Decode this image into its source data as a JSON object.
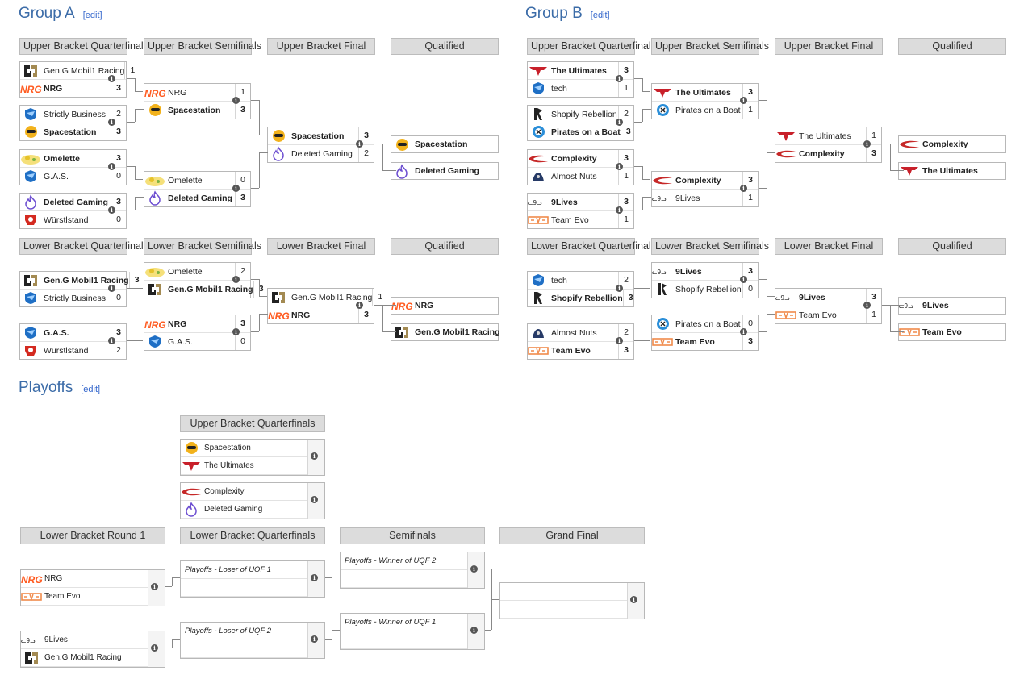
{
  "sections": {
    "group_a": "Group A",
    "group_b": "Group B",
    "playoffs": "Playoffs",
    "edit": "[edit]"
  },
  "headers": {
    "ubqf": "Upper Bracket Quarterfinals",
    "ubsf": "Upper Bracket Semifinals",
    "ubf": "Upper Bracket Final",
    "qualified": "Qualified",
    "lbqf": "Lower Bracket Quarterfinals",
    "lbsf": "Lower Bracket Semifinals",
    "lbf": "Lower Bracket Final",
    "p_uqf": "Upper Bracket Quarterfinals",
    "p_lbr1": "Lower Bracket Round 1",
    "p_lbqf": "Lower Bracket Quarterfinals",
    "p_sf": "Semifinals",
    "p_gf": "Grand Final"
  },
  "group_a": {
    "ubqf": [
      [
        {
          "team": "Gen.G Mobil1 Racing",
          "score": "1",
          "win": false,
          "logo": "geng"
        },
        {
          "team": "NRG",
          "score": "3",
          "win": true,
          "logo": "nrg"
        }
      ],
      [
        {
          "team": "Strictly Business",
          "score": "2",
          "win": false,
          "logo": "rl"
        },
        {
          "team": "Spacestation",
          "score": "3",
          "win": true,
          "logo": "ss"
        }
      ],
      [
        {
          "team": "Omelette",
          "score": "3",
          "win": true,
          "logo": "omelette"
        },
        {
          "team": "G.A.S.",
          "score": "0",
          "win": false,
          "logo": "rl"
        }
      ],
      [
        {
          "team": "Deleted Gaming",
          "score": "3",
          "win": true,
          "logo": "dg"
        },
        {
          "team": "Würstlstand",
          "score": "0",
          "win": false,
          "logo": "wurst"
        }
      ]
    ],
    "ubsf": [
      [
        {
          "team": "NRG",
          "score": "1",
          "win": false,
          "logo": "nrg"
        },
        {
          "team": "Spacestation",
          "score": "3",
          "win": true,
          "logo": "ss"
        }
      ],
      [
        {
          "team": "Omelette",
          "score": "0",
          "win": false,
          "logo": "omelette"
        },
        {
          "team": "Deleted Gaming",
          "score": "3",
          "win": true,
          "logo": "dg"
        }
      ]
    ],
    "ubf": [
      [
        {
          "team": "Spacestation",
          "score": "3",
          "win": true,
          "logo": "ss"
        },
        {
          "team": "Deleted Gaming",
          "score": "2",
          "win": false,
          "logo": "dg"
        }
      ]
    ],
    "uq": [
      {
        "team": "Spacestation",
        "logo": "ss"
      },
      {
        "team": "Deleted Gaming",
        "logo": "dg"
      }
    ],
    "lbqf": [
      [
        {
          "team": "Gen.G Mobil1 Racing",
          "score": "3",
          "win": true,
          "logo": "geng"
        },
        {
          "team": "Strictly Business",
          "score": "0",
          "win": false,
          "logo": "rl"
        }
      ],
      [
        {
          "team": "G.A.S.",
          "score": "3",
          "win": true,
          "logo": "rl"
        },
        {
          "team": "Würstlstand",
          "score": "2",
          "win": false,
          "logo": "wurst"
        }
      ]
    ],
    "lbsf": [
      [
        {
          "team": "Omelette",
          "score": "2",
          "win": false,
          "logo": "omelette"
        },
        {
          "team": "Gen.G Mobil1 Racing",
          "score": "3",
          "win": true,
          "logo": "geng"
        }
      ],
      [
        {
          "team": "NRG",
          "score": "3",
          "win": true,
          "logo": "nrg"
        },
        {
          "team": "G.A.S.",
          "score": "0",
          "win": false,
          "logo": "rl"
        }
      ]
    ],
    "lbf": [
      [
        {
          "team": "Gen.G Mobil1 Racing",
          "score": "1",
          "win": false,
          "logo": "geng"
        },
        {
          "team": "NRG",
          "score": "3",
          "win": true,
          "logo": "nrg"
        }
      ]
    ],
    "lq": [
      {
        "team": "NRG",
        "logo": "nrg"
      },
      {
        "team": "Gen.G Mobil1 Racing",
        "logo": "geng"
      }
    ]
  },
  "group_b": {
    "ubqf": [
      [
        {
          "team": "The Ultimates",
          "score": "3",
          "win": true,
          "logo": "ult"
        },
        {
          "team": "tech",
          "score": "1",
          "win": false,
          "logo": "rl"
        }
      ],
      [
        {
          "team": "Shopify Rebellion",
          "score": "2",
          "win": false,
          "logo": "shop"
        },
        {
          "team": "Pirates on a Boat",
          "score": "3",
          "win": true,
          "logo": "pir"
        }
      ],
      [
        {
          "team": "Complexity",
          "score": "3",
          "win": true,
          "logo": "col"
        },
        {
          "team": "Almost Nuts",
          "score": "1",
          "win": false,
          "logo": "nuts"
        }
      ],
      [
        {
          "team": "9Lives",
          "score": "3",
          "win": true,
          "logo": "nine"
        },
        {
          "team": "Team Evo",
          "score": "1",
          "win": false,
          "logo": "evo"
        }
      ]
    ],
    "ubsf": [
      [
        {
          "team": "The Ultimates",
          "score": "3",
          "win": true,
          "logo": "ult"
        },
        {
          "team": "Pirates on a Boat",
          "score": "1",
          "win": false,
          "logo": "pir"
        }
      ],
      [
        {
          "team": "Complexity",
          "score": "3",
          "win": true,
          "logo": "col"
        },
        {
          "team": "9Lives",
          "score": "1",
          "win": false,
          "logo": "nine"
        }
      ]
    ],
    "ubf": [
      [
        {
          "team": "The Ultimates",
          "score": "1",
          "win": false,
          "logo": "ult"
        },
        {
          "team": "Complexity",
          "score": "3",
          "win": true,
          "logo": "col"
        }
      ]
    ],
    "uq": [
      {
        "team": "Complexity",
        "logo": "col"
      },
      {
        "team": "The Ultimates",
        "logo": "ult"
      }
    ],
    "lbqf": [
      [
        {
          "team": "tech",
          "score": "2",
          "win": false,
          "logo": "rl"
        },
        {
          "team": "Shopify Rebellion",
          "score": "3",
          "win": true,
          "logo": "shop"
        }
      ],
      [
        {
          "team": "Almost Nuts",
          "score": "2",
          "win": false,
          "logo": "nuts"
        },
        {
          "team": "Team Evo",
          "score": "3",
          "win": true,
          "logo": "evo"
        }
      ]
    ],
    "lbsf": [
      [
        {
          "team": "9Lives",
          "score": "3",
          "win": true,
          "logo": "nine"
        },
        {
          "team": "Shopify Rebellion",
          "score": "0",
          "win": false,
          "logo": "shop"
        }
      ],
      [
        {
          "team": "Pirates on a Boat",
          "score": "0",
          "win": false,
          "logo": "pir"
        },
        {
          "team": "Team Evo",
          "score": "3",
          "win": true,
          "logo": "evo"
        }
      ]
    ],
    "lbf": [
      [
        {
          "team": "9Lives",
          "score": "3",
          "win": true,
          "logo": "nine"
        },
        {
          "team": "Team Evo",
          "score": "1",
          "win": false,
          "logo": "evo"
        }
      ]
    ],
    "lq": [
      {
        "team": "9Lives",
        "logo": "nine"
      },
      {
        "team": "Team Evo",
        "logo": "evo"
      }
    ]
  },
  "playoffs": {
    "uqf": [
      [
        {
          "team": "Spacestation",
          "logo": "ss"
        },
        {
          "team": "The Ultimates",
          "logo": "ult"
        }
      ],
      [
        {
          "team": "Complexity",
          "logo": "col"
        },
        {
          "team": "Deleted Gaming",
          "logo": "dg"
        }
      ]
    ],
    "lbr1": [
      [
        {
          "team": "NRG",
          "logo": "nrg"
        },
        {
          "team": "Team Evo",
          "logo": "evo"
        }
      ],
      [
        {
          "team": "9Lives",
          "logo": "nine"
        },
        {
          "team": "Gen.G Mobil1 Racing",
          "logo": "geng"
        }
      ]
    ],
    "lbqf": [
      [
        "Playoffs - Loser of UQF 1",
        ""
      ],
      [
        "Playoffs - Loser of UQF 2",
        ""
      ]
    ],
    "sf": [
      [
        "Playoffs - Winner of UQF 2",
        ""
      ],
      [
        "Playoffs - Winner of UQF 1",
        ""
      ]
    ],
    "gf": [
      [
        "",
        ""
      ]
    ]
  },
  "info_glyph": "i"
}
